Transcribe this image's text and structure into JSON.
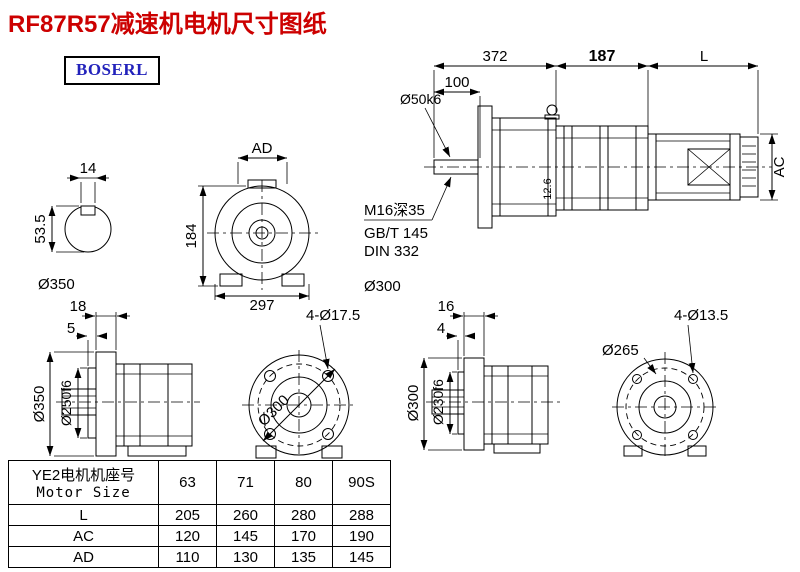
{
  "page": {
    "title": "RF87R57减速机电机尺寸图纸",
    "logo": "BOSERL"
  },
  "colors": {
    "title_red": "#cc0000",
    "logo_blue": "#2222bb",
    "line": "#000000"
  },
  "top_view": {
    "dim_372": "372",
    "dim_187": "187",
    "dim_l": "L",
    "dim_100": "100",
    "shaft_dia": "Ø50k6",
    "dim_ac": "AC",
    "dim_126": "12.6"
  },
  "shaft_section": {
    "dim_14": "14",
    "dim_53_5": "53.5",
    "dia_350": "Ø350"
  },
  "front_view": {
    "dim_ad": "AD",
    "dim_184": "184",
    "dim_297": "297"
  },
  "notes": {
    "tap": "M16深35",
    "std1": "GB/T 145",
    "std2": "DIN 332",
    "dia_300": "Ø300"
  },
  "flange_a_side": {
    "dim_18": "18",
    "dim_5": "5",
    "dia_350": "Ø350",
    "dia_250": "Ø250f6"
  },
  "flange_a_front": {
    "holes": "4-Ø17.5",
    "dia": "Ø300"
  },
  "flange_b_side": {
    "dim_16": "16",
    "dim_4": "4",
    "dia_300": "Ø300",
    "dia_230": "Ø230f6"
  },
  "flange_b_front": {
    "holes": "4-Ø13.5",
    "dia": "Ø265"
  },
  "table": {
    "header_cn": "YE2电机机座号",
    "header_en": "Motor Size",
    "columns": [
      "63",
      "71",
      "80",
      "90S"
    ],
    "rows": [
      {
        "label": "L",
        "values": [
          "205",
          "260",
          "280",
          "288"
        ]
      },
      {
        "label": "AC",
        "values": [
          "120",
          "145",
          "170",
          "190"
        ]
      },
      {
        "label": "AD",
        "values": [
          "110",
          "130",
          "135",
          "145"
        ]
      }
    ]
  }
}
